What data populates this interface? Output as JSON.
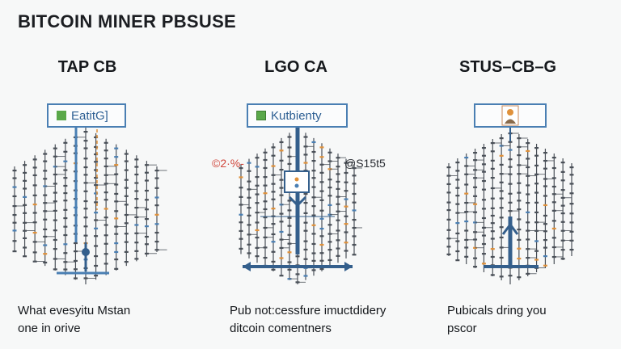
{
  "title": "BITCOIN MINER PBSUSE",
  "columns": [
    {
      "heading": "TAP CB",
      "box_label": "EatitG]",
      "box_icon": "green-square-icon",
      "caption_lines": [
        "What evesyitu Mstan",
        "one in orive"
      ]
    },
    {
      "heading": "LGO CA",
      "box_label": "Kutbienty",
      "box_icon": "green-check-square-icon",
      "left_value": "©2·%-",
      "right_value": "@S15t5",
      "caption_lines": [
        "Pub not:cessfure imuctdidery",
        "ditcoin comentners"
      ]
    },
    {
      "heading": "STUS–CB–G",
      "box_label": "",
      "box_icon": "person-icon",
      "caption_lines": [
        "Pubicals dring you",
        "pscor"
      ]
    }
  ],
  "colors": {
    "accent_blue": "#4a7fb3",
    "dark_blue": "#345f8c",
    "tree_grey": "#4a5058",
    "orange": "#e0913a",
    "red": "#d0453a",
    "green": "#5aa84a"
  }
}
